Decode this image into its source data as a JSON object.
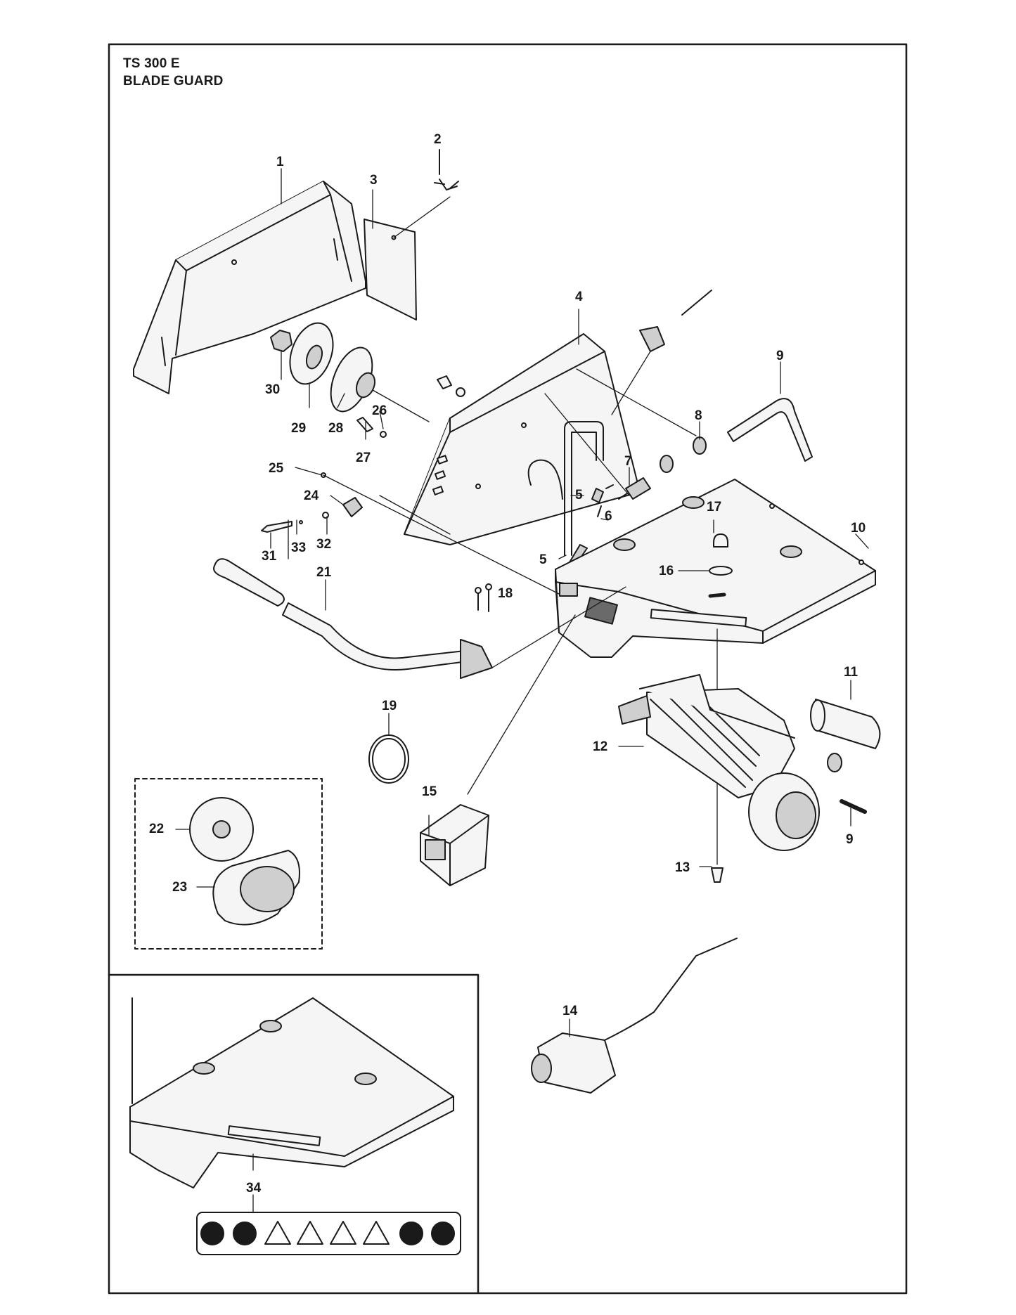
{
  "header": {
    "model": "TS 300 E",
    "section": "BLADE GUARD"
  },
  "callouts": [
    "1",
    "2",
    "3",
    "4",
    "5",
    "5",
    "6",
    "7",
    "8",
    "9",
    "9",
    "10",
    "11",
    "12",
    "13",
    "14",
    "15",
    "16",
    "17",
    "18",
    "19",
    "21",
    "22",
    "23",
    "24",
    "25",
    "26",
    "27",
    "28",
    "29",
    "30",
    "31",
    "32",
    "33",
    "34"
  ],
  "colors": {
    "line": "#1a1a1a",
    "part_fill": "#f5f5f5",
    "shade": "#cfcfcf",
    "dark": "#6a6a6a"
  },
  "warning_icons": [
    "read-manual-icon",
    "ear-eye-protection-icon",
    "warning-triangle-icon",
    "flying-debris-warning-icon",
    "dust-warning-icon",
    "kickback-warning-icon",
    "blade-damage-prohibited-icon",
    "no-damaged-blade-icon"
  ]
}
